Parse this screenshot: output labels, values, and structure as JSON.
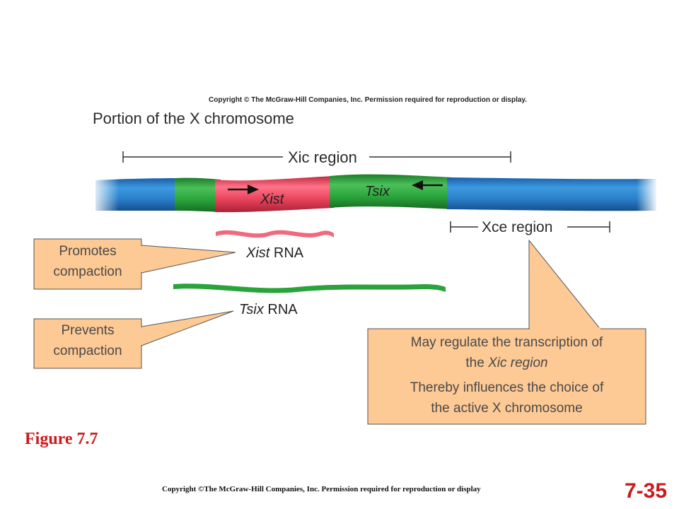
{
  "header": {
    "copyright_top": "Copyright © The McGraw-Hill Companies, Inc. Permission required for reproduction or display.",
    "diagram_title": "Portion of the X chromosome"
  },
  "chromosome": {
    "xic_label": "Xic region",
    "xce_label": "Xce region",
    "xist_gene": "Xist",
    "tsix_gene": "Tsix",
    "colors": {
      "chromosome": "#2a7fc9",
      "tsix": "#2aa33a",
      "xist": "#e8425a"
    }
  },
  "rna": {
    "xist_label_italic": "Xist",
    "xist_label_suffix": " RNA",
    "tsix_label_italic": "Tsix",
    "tsix_label_suffix": " RNA"
  },
  "callouts": {
    "promotes_line1": "Promotes",
    "promotes_line2": "compaction",
    "prevents_line1": "Prevents",
    "prevents_line2": "compaction",
    "xce_line1": "May regulate the transcription of",
    "xce_line2_prefix": "the ",
    "xce_line2_italic": "Xic region",
    "xce_line3": "Thereby influences the choice of",
    "xce_line4": "the active X chromosome",
    "fill_color": "#fdc994"
  },
  "footer": {
    "figure_label": "Figure 7.7",
    "copyright": "Copyright ©The McGraw-Hill Companies, Inc. Permission required for reproduction or display",
    "slide_number": "7-35"
  }
}
